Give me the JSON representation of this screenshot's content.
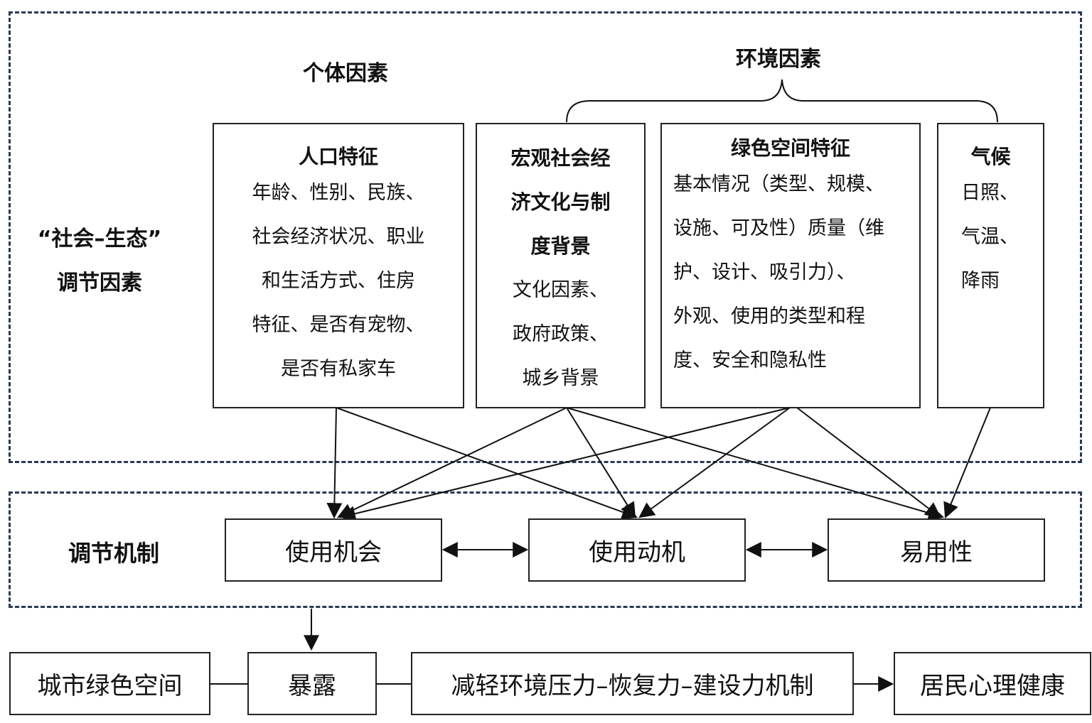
{
  "labels": {
    "individual": "个体因素",
    "environment": "环境因素",
    "social_line1": "“社会–生态”",
    "social_line2": "调节因素",
    "mechanism": "调节机制"
  },
  "factor_boxes": {
    "population": {
      "title": "人口特征",
      "lines": [
        "年龄、性别、民族、",
        "社会经济状况、职业",
        "和生活方式、住房",
        "特征、是否有宠物、",
        "是否有私家车"
      ]
    },
    "macro": {
      "title_lines": [
        "宏观社会经",
        "济文化与制",
        "度背景"
      ],
      "lines": [
        "文化因素、",
        "政府政策、",
        "城乡背景"
      ]
    },
    "greenspace": {
      "title": "绿色空间特征",
      "lines": [
        "基本情况（类型、规模、",
        "设施、可及性）质量（维",
        "护、设计、吸引力）、",
        "外观、使用的类型和程",
        "度、安全和隐私性"
      ]
    },
    "climate": {
      "title": "气候",
      "lines": [
        "日照、",
        "气温、",
        "降雨"
      ]
    }
  },
  "mechanism_boxes": {
    "opportunity": "使用机会",
    "motivation": "使用动机",
    "ease": "易用性"
  },
  "pathway": {
    "green_space": "城市绿色空间",
    "exposure": "暴露",
    "mechanism": "减轻环境压力–恢复力–建设力机制",
    "health": "居民心理健康"
  }
}
